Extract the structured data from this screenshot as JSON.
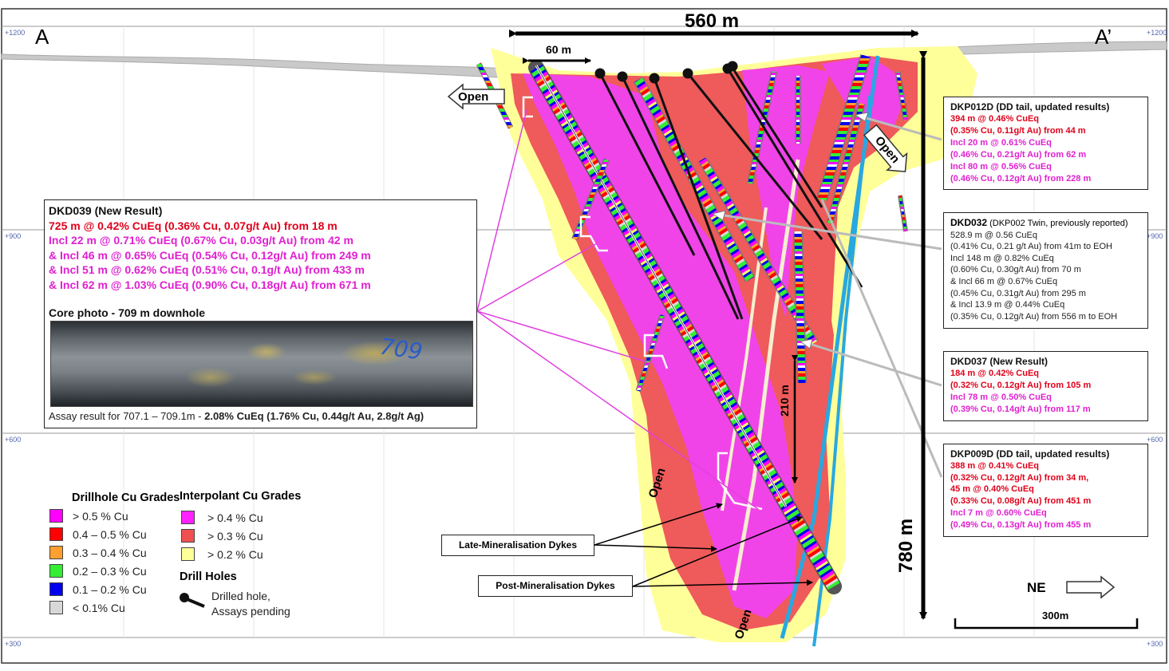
{
  "section": {
    "label_a": "A",
    "label_a_prime": "A’",
    "elev_1200": "+1200",
    "elev_900": "+900",
    "elev_600": "+600",
    "elev_300": "+300",
    "width_label": "560 m",
    "small_width_label": "60 m",
    "depth_label": "780 m",
    "mid_depth_label": "210 m",
    "open_label": "Open",
    "direction_label": "NE",
    "scale_label": "300m"
  },
  "dkd039": {
    "title": "DKD039 (New Result)",
    "line1": "725 m @ 0.42% CuEq (0.36% Cu, 0.07g/t Au) from 18 m",
    "line2": "Incl 22 m @ 0.71% CuEq (0.67% Cu, 0.03g/t Au) from 42 m",
    "line3": "& Incl 46 m @ 0.65% CuEq (0.54% Cu, 0.12g/t Au) from 249 m",
    "line4": "& Incl 51 m @ 0.62% CuEq (0.51% Cu, 0.1g/t Au) from 433 m",
    "line5": "& Incl 62 m @ 1.03% CuEq (0.90% Cu, 0.18g/t Au) from 671 m",
    "photo_caption": "Core photo - 709 m downhole",
    "photo_mark": "709",
    "assay_prefix": "Assay result for 707.1 – 709.1m  - ",
    "assay_bold": "2.08% CuEq (1.76% Cu, 0.44g/t Au, 2.8g/t Ag)"
  },
  "dkp012d": {
    "title": "DKP012D (DD tail, updated results)",
    "lines": [
      "394 m @ 0.46% CuEq",
      "(0.35% Cu, 0.11g/t Au) from 44 m",
      "Incl 20 m @ 0.61% CuEq",
      "(0.46% Cu, 0.21g/t Au) from 62 m",
      "Incl 80 m @ 0.56% CuEq",
      "(0.46% Cu, 0.12g/t Au) from 228 m"
    ]
  },
  "dkd032": {
    "title": "DKD032",
    "subtitle": " (DKP002 Twin, previously reported)",
    "lines": [
      "528.9 m @ 0.56 CuEq",
      "(0.41% Cu, 0.21 g/t Au) from 41m to EOH",
      "Incl 148 m @ 0.82% CuEq",
      "(0.60% Cu, 0.30g/t Au) from 70 m",
      "& Incl 66 m @ 0.67% CuEq",
      "(0.45% Cu, 0.31g/t Au) from 295 m",
      "& Incl 13.9 m @ 0.44% CuEq",
      "(0.35% Cu, 0.12g/t Au) from 556 m to EOH"
    ]
  },
  "dkd037": {
    "title": "DKD037 (New Result)",
    "lines": [
      "184 m @ 0.42% CuEq",
      "(0.32% Cu, 0.12g/t Au) from 105 m",
      "Incl 78 m @ 0.50% CuEq",
      "(0.39% Cu, 0.14g/t Au) from 117 m"
    ]
  },
  "dkp009d": {
    "title": "DKP009D (DD tail, updated results)",
    "lines": [
      "388 m @ 0.41% CuEq",
      "(0.32% Cu, 0.12g/t Au) from 34 m,",
      "45 m @ 0.40% CuEq",
      "(0.33% Cu, 0.08g/t Au) from 451 m",
      "Incl 7 m @ 0.60% CuEq",
      "(0.49% Cu, 0.13g/t Au) from 455 m"
    ]
  },
  "dykes": {
    "late": "Late-Mineralisation Dykes",
    "post": "Post-Mineralisation Dykes"
  },
  "legend": {
    "drillhole_title": "Drillhole Cu Grades",
    "drillhole_items": [
      {
        "label": "> 0.5 % Cu",
        "color": "#ff00ff"
      },
      {
        "label": "0.4 – 0.5 % Cu",
        "color": "#ff0000"
      },
      {
        "label": "0.3 – 0.4 % Cu",
        "color": "#ffa030"
      },
      {
        "label": "0.2 – 0.3 % Cu",
        "color": "#33ee33"
      },
      {
        "label": "0.1 – 0.2 % Cu",
        "color": "#0000ee"
      },
      {
        "label": "< 0.1% Cu",
        "color": "#d8d8d8"
      }
    ],
    "interp_title": "Interpolant Cu Grades",
    "interp_items": [
      {
        "label": "> 0.4 % Cu",
        "color": "#ff22ff"
      },
      {
        "label": "> 0.3 % Cu",
        "color": "#f05050"
      },
      {
        "label": "> 0.2 % Cu",
        "color": "#ffff99"
      }
    ],
    "drill_title": "Drill Holes",
    "drilled_line1": "Drilled hole,",
    "drilled_line2": "Assays pending"
  },
  "colors": {
    "interp_high": "#f044e8",
    "interp_mid": "#ef5a5a",
    "interp_low": "#ffff99",
    "dyke": "#29a8e0",
    "dyke_late": "#f5efd0"
  }
}
